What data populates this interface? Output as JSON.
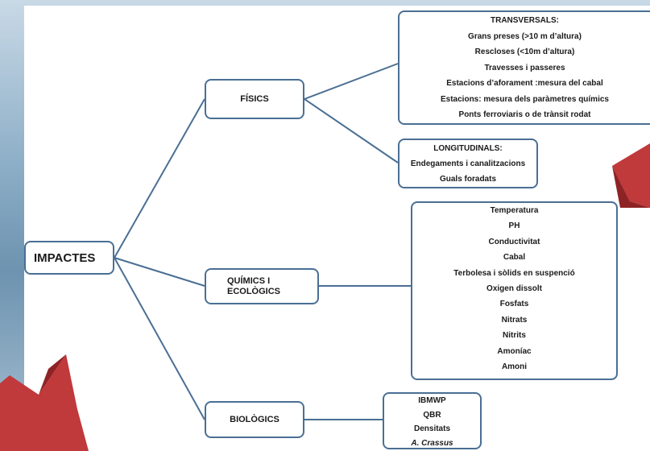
{
  "root": {
    "label": "IMPACTES"
  },
  "branches": [
    {
      "label": "FÍSICS"
    },
    {
      "label_line1": "QUÍMICS I",
      "label_line2": "ECOLÒGICS"
    },
    {
      "label": "BIOLÒGICS"
    }
  ],
  "transversals": {
    "title": "TRANSVERSALS:",
    "items": [
      "Grans preses (>10 m d’altura)",
      "Rescloses (<10m d’altura)",
      "Travesses i passeres",
      "Estacions d’aforament :mesura del cabal",
      "Estacions: mesura dels paràmetres químics",
      "Ponts ferroviaris o de trànsit rodat"
    ]
  },
  "longitudinals": {
    "title": "LONGITUDINALS:",
    "items": [
      "Endegaments i canalitzacions",
      "Guals foradats"
    ]
  },
  "quimics_list": [
    "Temperatura",
    "PH",
    "Conductivitat",
    "Cabal",
    "Terbolesa i sòlids en suspenció",
    "Oxigen dissolt",
    "Fosfats",
    "Nitrats",
    "Nitrits",
    "Amoníac",
    "Amoni"
  ],
  "biologics_list": [
    "IBMWP",
    "QBR",
    "Densitats",
    "A. Crassus"
  ],
  "colors": {
    "line": "#4a6f94",
    "arrow": "#c0393b",
    "arrow_dark": "#8e2325"
  }
}
